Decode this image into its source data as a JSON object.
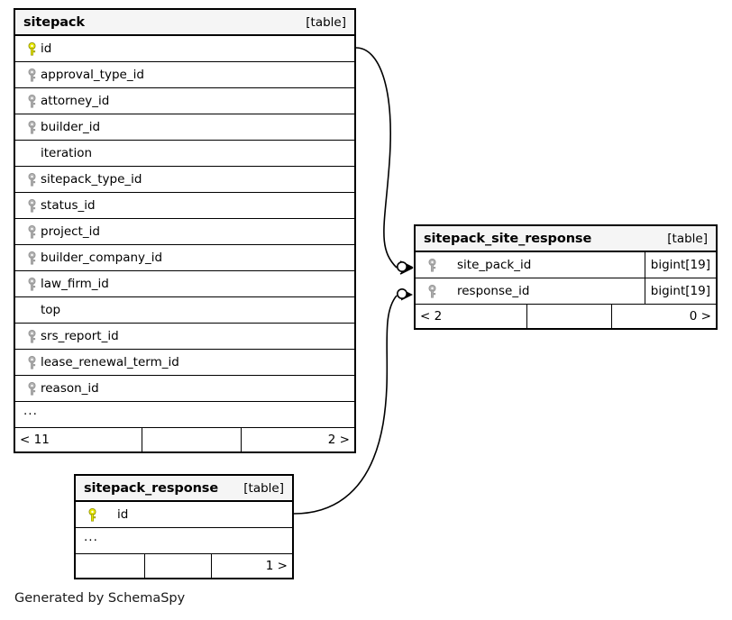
{
  "diagram": {
    "type": "entity-relationship-diagram",
    "generator_caption": "Generated by SchemaSpy",
    "table_tag": "[table]",
    "ellipsis": "...",
    "key_colors": {
      "primary_key": "#e8e800",
      "foreign_key": "#b0b0b0"
    },
    "line_color": "#000000"
  },
  "tables": [
    {
      "id": "sitepack",
      "name": "sitepack",
      "tag": "[table]",
      "columns": [
        {
          "name": "id",
          "key": "primary",
          "type": ""
        },
        {
          "name": "approval_type_id",
          "key": "foreign",
          "type": ""
        },
        {
          "name": "attorney_id",
          "key": "foreign",
          "type": ""
        },
        {
          "name": "builder_id",
          "key": "foreign",
          "type": ""
        },
        {
          "name": "iteration",
          "key": "none",
          "type": ""
        },
        {
          "name": "sitepack_type_id",
          "key": "foreign",
          "type": ""
        },
        {
          "name": "status_id",
          "key": "foreign",
          "type": ""
        },
        {
          "name": "project_id",
          "key": "foreign",
          "type": ""
        },
        {
          "name": "builder_company_id",
          "key": "foreign",
          "type": ""
        },
        {
          "name": "law_firm_id",
          "key": "foreign",
          "type": ""
        },
        {
          "name": "top",
          "key": "none",
          "type": ""
        },
        {
          "name": "srs_report_id",
          "key": "foreign",
          "type": ""
        },
        {
          "name": "lease_renewal_term_id",
          "key": "foreign",
          "type": ""
        },
        {
          "name": "reason_id",
          "key": "foreign",
          "type": ""
        }
      ],
      "has_ellipsis_row": true,
      "footer": {
        "left": "< 11",
        "middle": "",
        "right": "2 >"
      }
    },
    {
      "id": "sitepack_site_response",
      "name": "sitepack_site_response",
      "tag": "[table]",
      "columns": [
        {
          "name": "site_pack_id",
          "key": "foreign",
          "type": "bigint[19]"
        },
        {
          "name": "response_id",
          "key": "foreign",
          "type": "bigint[19]"
        }
      ],
      "has_ellipsis_row": false,
      "footer": {
        "left": "< 2",
        "middle": "",
        "right": "0 >"
      }
    },
    {
      "id": "sitepack_response",
      "name": "sitepack_response",
      "tag": "[table]",
      "columns": [
        {
          "name": "id",
          "key": "primary",
          "type": ""
        }
      ],
      "has_ellipsis_row": true,
      "footer": {
        "left": "",
        "middle": "",
        "right": "1 >"
      }
    }
  ],
  "relationships": [
    {
      "id": "rel-sitepack-id-to-site-pack-id",
      "from_table": "sitepack",
      "from_column": "id",
      "to_table": "sitepack_site_response",
      "to_column": "site_pack_id",
      "from_cardinality": "one",
      "to_cardinality": "zero-or-many"
    },
    {
      "id": "rel-sitepack-response-id-to-response-id",
      "from_table": "sitepack_response",
      "from_column": "id",
      "to_table": "sitepack_site_response",
      "to_column": "response_id",
      "from_cardinality": "one",
      "to_cardinality": "zero-or-many"
    }
  ]
}
